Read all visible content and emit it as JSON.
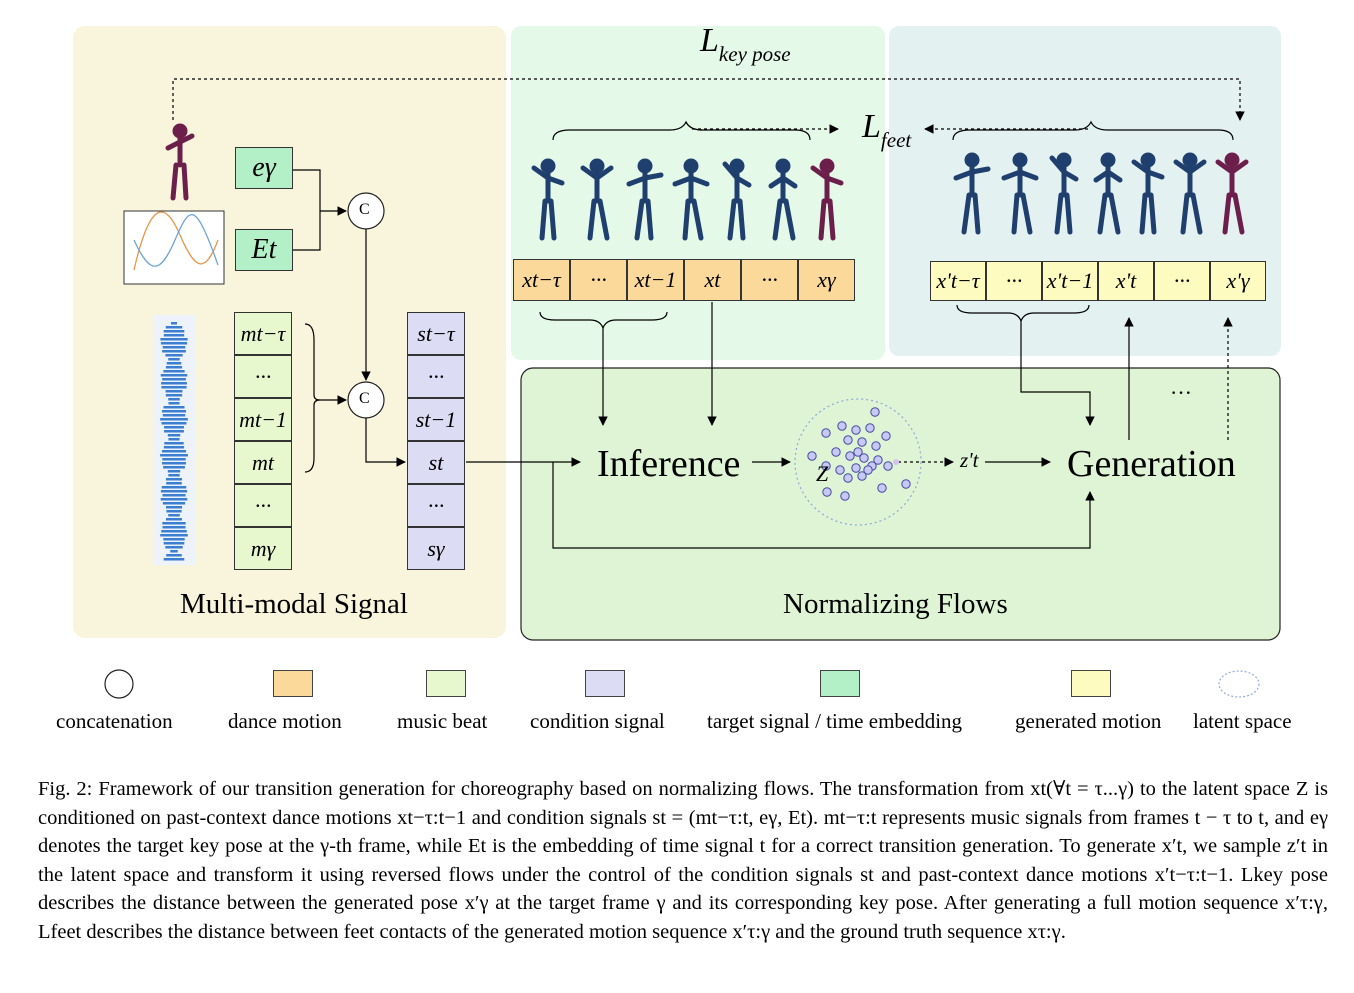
{
  "regions": {
    "multimodal_label": "Multi-modal Signal",
    "flows_label": "Normalizing Flows",
    "inference_label": "Inference",
    "generation_label": "Generation",
    "loss_keypose": "L",
    "loss_keypose_sub": "key pose",
    "loss_feet": "L",
    "loss_feet_sub": "feet",
    "concat_symbol": "C",
    "latent_z": "Z",
    "latent_zt": "z't",
    "dots": "···"
  },
  "target_signal": {
    "e": "eγ",
    "E": "Et"
  },
  "music_cells": [
    "mt−τ",
    "···",
    "mt−1",
    "mt",
    "···",
    "mγ"
  ],
  "condition_cells": [
    "st−τ",
    "···",
    "st−1",
    "st",
    "···",
    "sγ"
  ],
  "dance_cells": [
    "xt−τ",
    "···",
    "xt−1",
    "xt",
    "···",
    "xγ"
  ],
  "generated_cells": [
    "x't−τ",
    "···",
    "x't−1",
    "x't",
    "···",
    "x'γ"
  ],
  "legend": [
    {
      "label": "concatenation",
      "kind": "circle",
      "color": "#ffffff"
    },
    {
      "label": "dance motion",
      "kind": "box",
      "color": "#fbd99a"
    },
    {
      "label": "music beat",
      "kind": "box",
      "color": "#e7f8cf"
    },
    {
      "label": "condition signal",
      "kind": "box",
      "color": "#dcdcf4"
    },
    {
      "label": "target signal / time embedding",
      "kind": "box",
      "color": "#b3f0c7"
    },
    {
      "label": "generated motion",
      "kind": "box",
      "color": "#fdfbbf"
    },
    {
      "label": "latent space",
      "kind": "dotted",
      "color": "#9ab0e4"
    }
  ],
  "colors": {
    "multimodal_bg": "#f8f5dc",
    "dance_panel_bg": "#e5f9e8",
    "gen_panel_bg": "#e4f1f1",
    "flows_bg": "#dff4d5",
    "dance_motion": "#fbd99a",
    "music_beat": "#e7f8cf",
    "condition": "#dcdcf4",
    "target": "#b3f0c7",
    "generated": "#fdfbbf",
    "figure_blue": "#1f3f6e",
    "figure_key": "#6d1f4c"
  },
  "caption": {
    "prefix": "Fig. 2:",
    "text": "Framework of our transition generation for choreography based on normalizing flows. The transformation from xt(∀t = τ...γ) to the latent space Z is conditioned on past-context dance motions xt−τ:t−1 and condition signals st = (mt−τ:t, eγ, Et). mt−τ:t represents music signals from frames t − τ to t, and eγ denotes the target key pose at the γ-th frame, while Et is the embedding of time signal t for a correct transition generation. To generate x′t, we sample z′t in the latent space and transform it using reversed flows under the control of the condition signals st and past-context dance motions x′t−τ:t−1. Lkey pose describes the distance between the generated pose x′γ at the target frame γ and its corresponding key pose. After generating a full motion sequence x′τ:γ, Lfeet describes the distance between feet contacts of the generated motion sequence x′τ:γ and the ground truth sequence xτ:γ."
  }
}
